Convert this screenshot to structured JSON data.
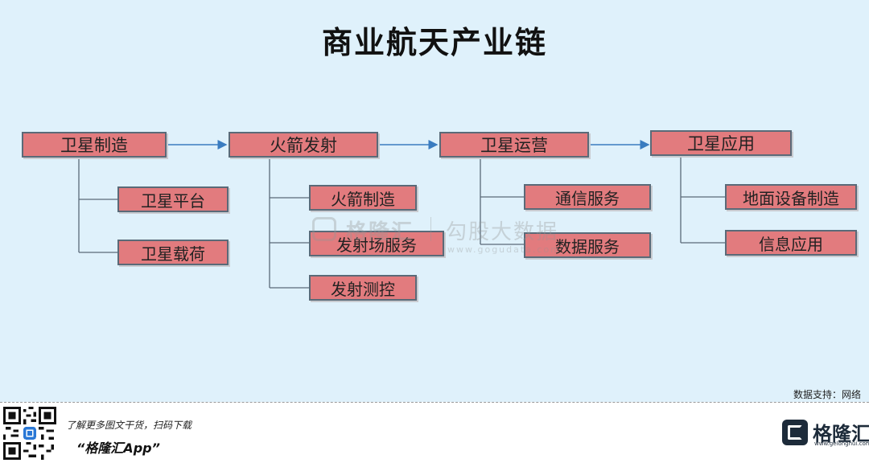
{
  "title": "商业航天产业链",
  "stages": [
    {
      "label": "卫星制造",
      "children": [
        "卫星平台",
        "卫星载荷"
      ]
    },
    {
      "label": "火箭发射",
      "children": [
        "火箭制造",
        "发射场服务",
        "发射测控"
      ]
    },
    {
      "label": "卫星运营",
      "children": [
        "通信服务",
        "数据服务"
      ]
    },
    {
      "label": "卫星应用",
      "children": [
        "地面设备制造",
        "信息应用"
      ]
    }
  ],
  "watermark": {
    "brand": "格隆汇",
    "product": "勾股大数据",
    "url": "www.gogudata.com"
  },
  "source": "数据支持：网络",
  "footer": {
    "line1": "了解更多图文干货，扫码下载",
    "app": "“格隆汇App”"
  },
  "brand": {
    "name": "格隆汇",
    "url": "www.gelonghui.com"
  },
  "colors": {
    "box": "#e27b7e",
    "border": "#5a6a78",
    "line": "#3a7cc0",
    "background": "#dff1fb"
  }
}
